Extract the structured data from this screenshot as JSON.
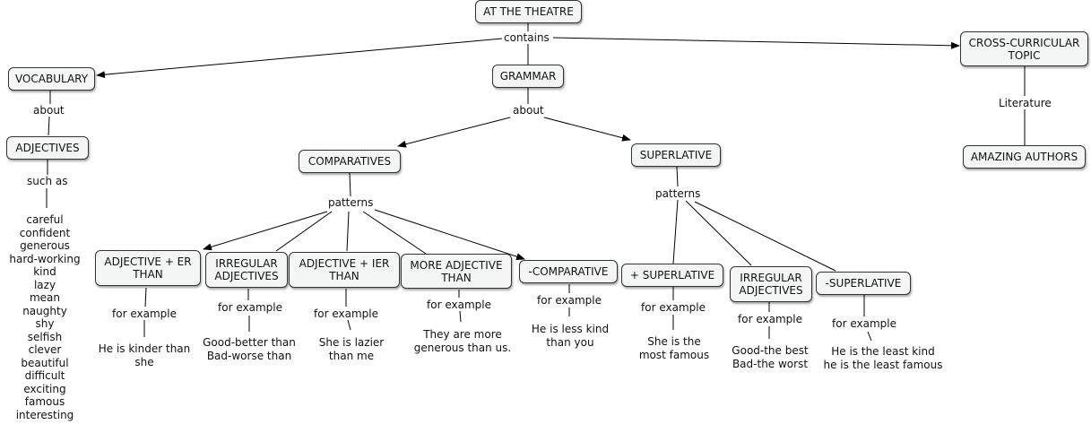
{
  "nodes": {
    "root": "AT THE THEATRE",
    "vocabulary": "VOCABULARY",
    "grammar": "GRAMMAR",
    "cross": "CROSS-CURRICULAR TOPIC",
    "adjectives": "ADJECTIVES",
    "comparatives": "COMPARATIVES",
    "superlative": "SUPERLATIVE",
    "amazing": "AMAZING AUTHORS",
    "adj_er": "ADJECTIVE + ER THAN",
    "irr_adj_1": "IRREGULAR ADJECTIVES",
    "adj_ier": "ADJECTIVE + IER THAN",
    "more_adj": "MORE ADJECTIVE THAN",
    "minus_comp": "-COMPARATIVE",
    "plus_sup": "+ SUPERLATIVE",
    "irr_adj_2": "IRREGULAR ADJECTIVES",
    "minus_sup": "-SUPERLATIVE"
  },
  "links": {
    "contains": "contains",
    "about_vocab": "about",
    "about_grammar": "about",
    "literature": "Literature",
    "such_as": "such as",
    "patterns_comp": "patterns",
    "patterns_sup": "patterns",
    "for_example": "for example"
  },
  "examples": {
    "er_1": "He is kinder than",
    "er_2": "she",
    "irr_1a": "Good-better than",
    "irr_1b": "Bad-worse than",
    "ier_1": "She is lazier",
    "ier_2": "than me",
    "more_1": "They are more",
    "more_2": "generous than us.",
    "mc_1": "He is less kind",
    "mc_2": "than you",
    "ps_1": "She is the",
    "ps_2": "most famous",
    "irr_2a": "Good-the best",
    "irr_2b": "Bad-the worst",
    "ms_1": "He is the least kind",
    "ms_2": "he is the least famous"
  },
  "adjective_list": [
    "careful",
    "confident",
    "generous",
    "hard-working",
    "kind",
    "lazy",
    "mean",
    "naughty",
    "shy",
    "selfish",
    "clever",
    "beautiful",
    "difficult",
    "exciting",
    "famous",
    "interesting"
  ]
}
